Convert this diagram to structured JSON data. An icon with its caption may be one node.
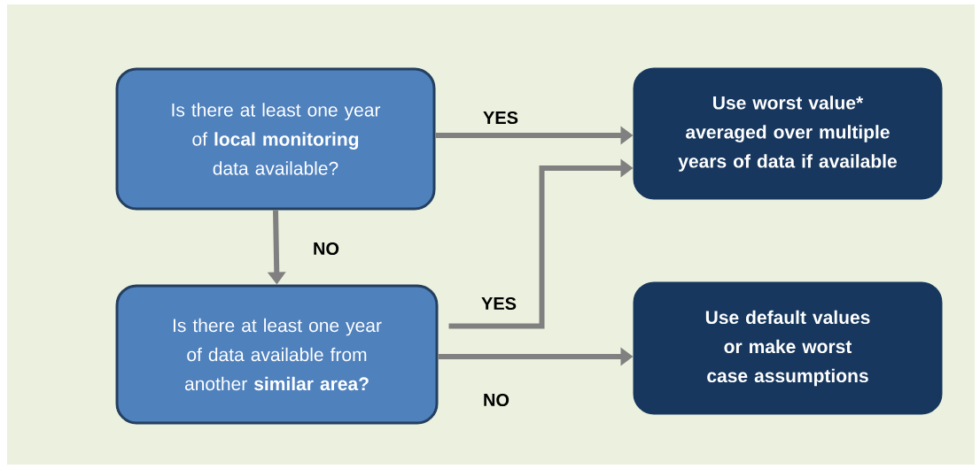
{
  "diagram": {
    "nodes": [
      {
        "text": [
          "Is there at least one year of **local monitoring** data available?"
        ]
      },
      {
        "text": [
          "Use worst value* averaged over multiple years of data if available"
        ]
      },
      {
        "text": [
          "Is there at least one year of data available from another **similar area?**"
        ]
      },
      {
        "text": [
          "Use default values or make worst case assumptions"
        ]
      }
    ],
    "edges": [
      {
        "from": 0,
        "to": 1,
        "arrow": "to",
        "label": "YES"
      },
      {
        "from": 0,
        "to": 2,
        "arrow": "to",
        "label": "NO"
      },
      {
        "from": 2,
        "to": 1,
        "arrow": "to",
        "label": "YES"
      },
      {
        "from": 2,
        "to": 3,
        "arrow": "to",
        "label": "NO"
      }
    ]
  }
}
